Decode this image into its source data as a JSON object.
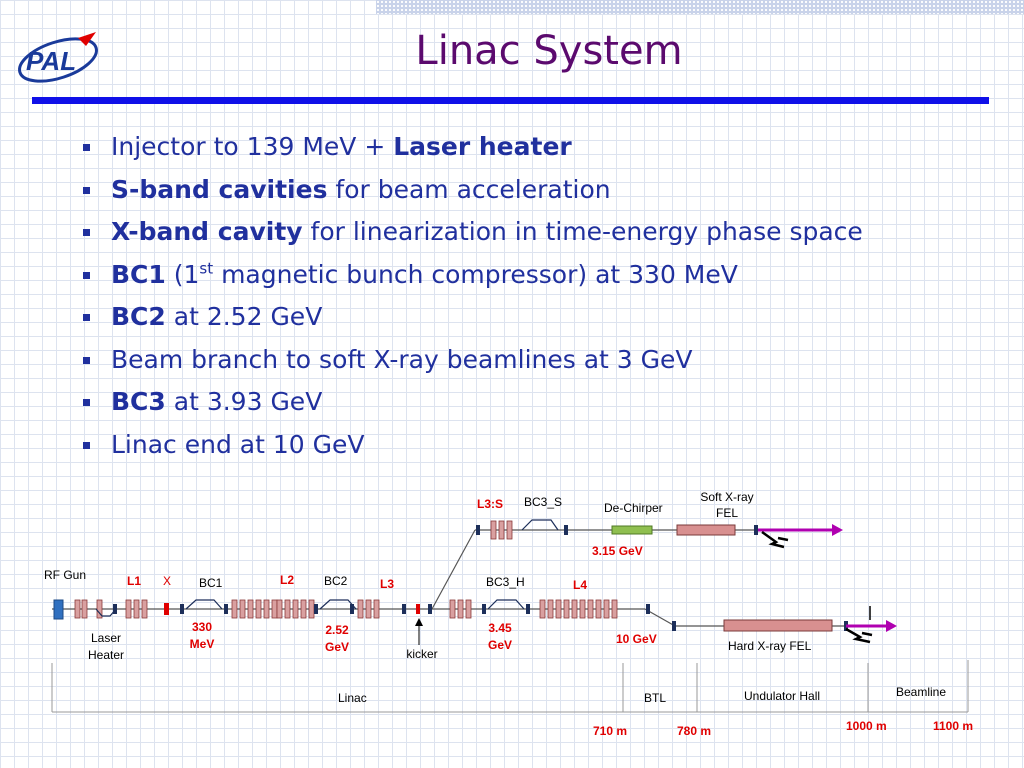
{
  "slide": {
    "title": "Linac System",
    "logo_text": "PAL",
    "bullets": [
      {
        "parts": [
          {
            "text": "Injector to 139 MeV + ",
            "bold": false
          },
          {
            "text": "Laser heater",
            "bold": true
          }
        ]
      },
      {
        "parts": [
          {
            "text": "S-band cavities",
            "bold": true
          },
          {
            "text": " for beam acceleration",
            "bold": false
          }
        ]
      },
      {
        "parts": [
          {
            "text": "X-band cavity",
            "bold": true
          },
          {
            "text": " for linearization in time-energy phase space",
            "bold": false
          }
        ]
      },
      {
        "parts": [
          {
            "text": "BC1",
            "bold": true
          },
          {
            "text": " (1",
            "bold": false
          },
          {
            "text": "st",
            "sup": true
          },
          {
            "text": " magnetic bunch compressor) at 330 MeV",
            "bold": false
          }
        ]
      },
      {
        "parts": [
          {
            "text": "BC2",
            "bold": true
          },
          {
            "text": " at 2.52 GeV",
            "bold": false
          }
        ]
      },
      {
        "parts": [
          {
            "text": "Beam branch to soft X-ray beamlines at 3 GeV",
            "bold": false
          }
        ]
      },
      {
        "parts": [
          {
            "text": "BC3",
            "bold": true
          },
          {
            "text": " at 3.93 GeV",
            "bold": false
          }
        ]
      },
      {
        "parts": [
          {
            "text": "Linac end at 10 GeV",
            "bold": false
          }
        ]
      }
    ]
  },
  "diagram": {
    "rf_gun": "RF Gun",
    "l1": "L1",
    "x": "X",
    "bc1": "BC1",
    "l2": "L2",
    "bc2": "BC2",
    "l3": "L3",
    "bc3_h": "BC3_H",
    "l4": "L4",
    "l3s": "L3:S",
    "bc3_s": "BC3_S",
    "de_chirper": "De-Chirper",
    "soft_fel_line1": "Soft X-ray",
    "soft_fel_line2": "FEL",
    "soft_energy": "3.15 GeV",
    "laser_line1": "Laser",
    "laser_line2": "Heater",
    "e330_line1": "330",
    "e330_line2": "MeV",
    "e252_line1": "2.52",
    "e252_line2": "GeV",
    "kicker": "kicker",
    "e345_line1": "3.45",
    "e345_line2": "GeV",
    "e10": "10 GeV",
    "hard_fel": "Hard X-ray FEL",
    "sect_linac": "Linac",
    "sect_btl": "BTL",
    "sect_undulator": "Undulator Hall",
    "sect_beamline": "Beamline",
    "m710": "710 m",
    "m780": "780 m",
    "m1000": "1000 m",
    "m1100": "1100 m",
    "colors": {
      "energy_red": "#e00000",
      "beam_arrow": "#b000b0",
      "undulator_fill": "#d89090",
      "dechirper_fill": "#8fbf50",
      "gun_fill": "#3070c0"
    }
  }
}
